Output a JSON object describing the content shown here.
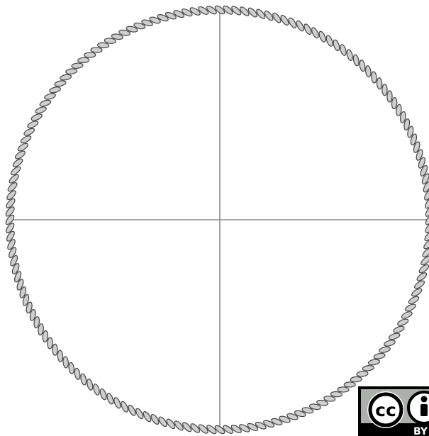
{
  "diagram": {
    "shape": "rope-circle",
    "divided_into": "quadrants",
    "rope_fill_color": "#cfcfcf",
    "rope_stroke_color": "#444444",
    "divider_color": "#8c8c8c",
    "background_color": "#ffffff"
  },
  "license_badge": {
    "icons": [
      "cc-icon",
      "by-person-icon"
    ],
    "label": "BY",
    "badge_color": "#000000",
    "panel_color": "#abb1aa"
  }
}
